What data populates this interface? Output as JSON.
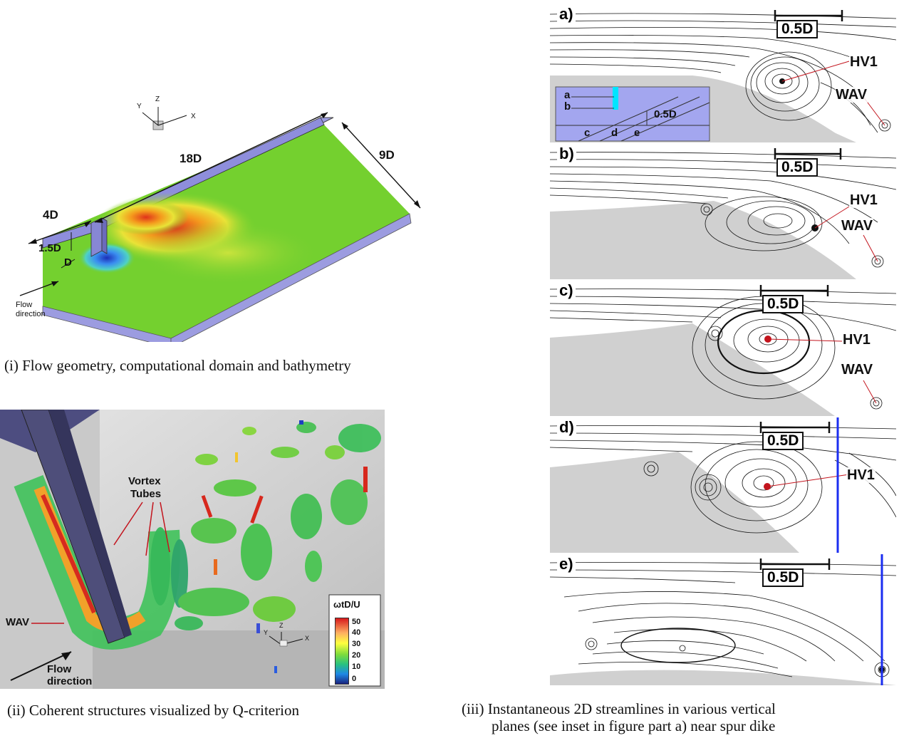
{
  "figure_i": {
    "labels": {
      "L18D": "18D",
      "L9D": "9D",
      "L4D": "4D",
      "L15D": "1.5D",
      "LD": "D"
    },
    "axes": {
      "x": "X",
      "y": "Y",
      "z": "Z"
    },
    "flow_line1": "Flow",
    "flow_line2": "direction",
    "caption": "(i)   Flow geometry, computational domain and bathymetry"
  },
  "figure_ii": {
    "vortex_line1": "Vortex",
    "vortex_line2": "Tubes",
    "wav": "WAV",
    "flow_line1": "Flow",
    "flow_line2": "direction",
    "axes": {
      "x": "X",
      "y": "Y",
      "z": "Z"
    },
    "colorbar": {
      "title": "ωtD/U",
      "ticks": [
        "50",
        "40",
        "30",
        "20",
        "10",
        "0"
      ],
      "colors": [
        "#d7191c",
        "#fdae61",
        "#ffff3f",
        "#7fdc3c",
        "#2ac27f",
        "#1e88e5",
        "#1a237e"
      ]
    },
    "caption": "(ii) Coherent structures visualized by Q-criterion"
  },
  "figure_iii": {
    "scale_label": "0.5D",
    "hv1": "HV1",
    "wav": "WAV",
    "panels": [
      {
        "label": "a)"
      },
      {
        "label": "b)"
      },
      {
        "label": "c)"
      },
      {
        "label": "d)"
      },
      {
        "label": "e)"
      }
    ],
    "inset": {
      "a": "a",
      "b": "b",
      "c": "c",
      "d": "d",
      "e": "e",
      "scale": "0.5D"
    },
    "caption_line1": "(iii) Instantaneous 2D streamlines in various vertical",
    "caption_line2": "planes (see inset in figure part a) near spur dike"
  }
}
